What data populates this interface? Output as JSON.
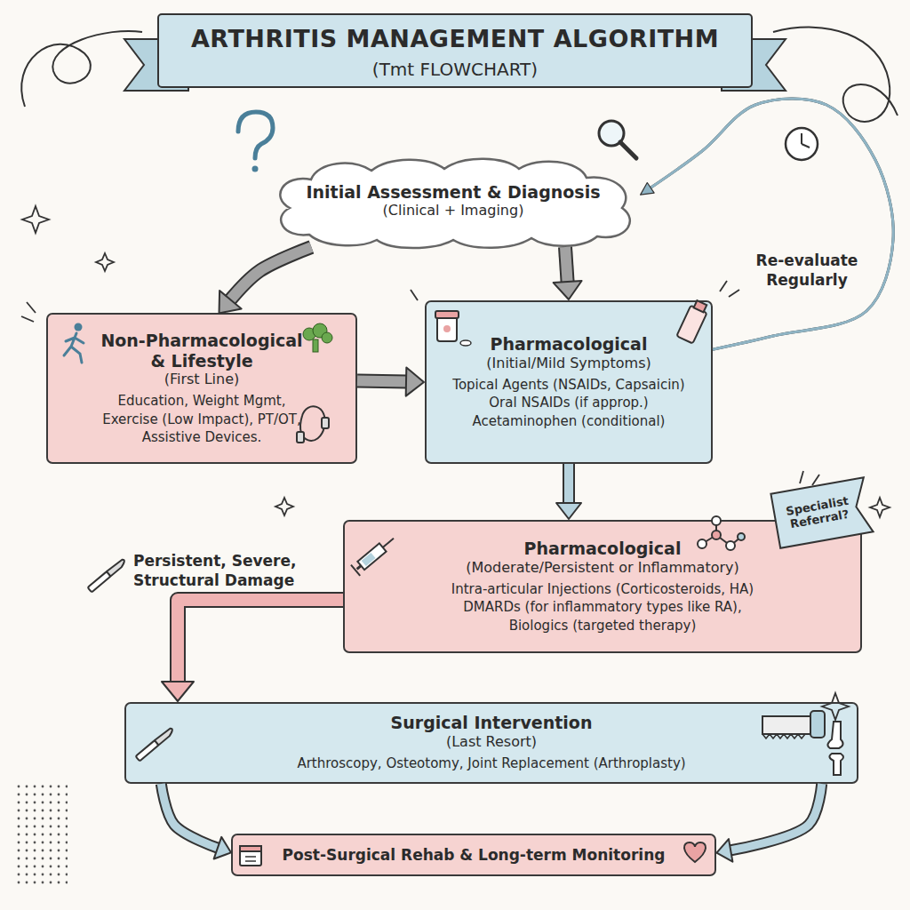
{
  "diagram": {
    "title": "ARTHRITIS MANAGEMENT ALGORITHM",
    "nodes": [
      {
        "text": [
          "Initial Assessment & Diagnosis",
          "(Clinical + Imaging)"
        ]
      },
      {
        "text": [
          "Non-Pharmacological & Lifestyle",
          "(First Line)",
          "Education, Weight Mgmt, Exercise (Low Impact), PT/OT, Assistive Devices."
        ]
      },
      {
        "text": [
          "Pharmacological",
          "(Initial/Mild Symptoms)",
          "Topical Agents (NSAIDs, Capsaicin)",
          "Oral NSAIDs (if approp.)",
          "Acetaminophen (conditional)"
        ]
      },
      {
        "text": [
          "Pharmacological",
          "(Moderate/Persistent or Inflammatory)",
          "Intra-articular Injections (Corticosteroids, HA)",
          "DMARDs (for inflammatory types like RA),",
          "Biologics (targeted therapy)"
        ]
      },
      {
        "text": [
          "Specialist Referral?"
        ]
      },
      {
        "text": [
          "Surgical Intervention",
          "(Last Resort)",
          "Arthroscopy, Osteotomy, Joint Replacement (Arthroplasty)"
        ]
      },
      {
        "text": [
          "Post-Surgical Rehab & Long-term Monitoring"
        ]
      }
    ],
    "edges": [
      {
        "from": 0,
        "to": 1,
        "arrow": "to"
      },
      {
        "from": 0,
        "to": 2,
        "arrow": "to"
      },
      {
        "from": 1,
        "to": 2,
        "arrow": "to"
      },
      {
        "from": 2,
        "to": 3,
        "arrow": "to"
      },
      {
        "from": 2,
        "to": 0,
        "arrow": "to",
        "label": "Re-evaluate Regularly"
      },
      {
        "from": 3,
        "to": 5,
        "arrow": "to",
        "label": "Persistent, Severe, Structural Damage"
      },
      {
        "from": 5,
        "to": 6,
        "arrow": "to"
      },
      {
        "from": 5,
        "to": 6,
        "arrow": "to"
      }
    ],
    "labels": [
      "(Tmt FLOWCHART)"
    ]
  }
}
